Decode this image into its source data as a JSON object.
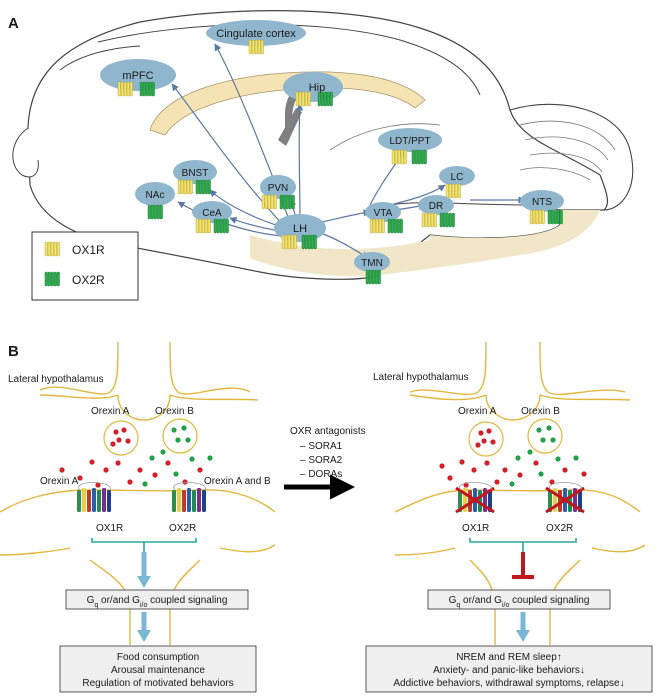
{
  "panel_a": {
    "label": "A",
    "regions": {
      "cingulate": "Cingulate cortex",
      "mpfc": "mPFC",
      "hip": "Hip",
      "ldt": "LDT/PPT",
      "lc": "LC",
      "dr": "DR",
      "nts": "NTS",
      "vta": "VTA",
      "lh": "LH",
      "tmn": "TMN",
      "pvn": "PVN",
      "bnst": "BNST",
      "nac": "NAc",
      "cea": "CeA"
    },
    "legend": {
      "ox1r": "OX1R",
      "ox2r": "OX2R"
    },
    "colors": {
      "ox1r": "#f3e26b",
      "ox2r": "#2fae4f",
      "region": "#8fb6cd",
      "arrow": "#5b78a3"
    }
  },
  "panel_b": {
    "label": "B",
    "left": {
      "title": "Lateral hypothalamus",
      "orexin_a": "Orexin A",
      "orexin_b": "Orexin B",
      "orexin_a_side": "Orexin A",
      "orexin_ab": "Orexin A and B",
      "ox1r": "OX1R",
      "ox2r": "OX2R",
      "signaling": {
        "g": "G",
        "q": "q",
        "mid": " or/and G",
        "io": "i/o",
        "end": " coupled signaling"
      },
      "effects": [
        "Food consumption",
        "Arousal maintenance",
        "Regulation of motivated behaviors"
      ]
    },
    "middle": {
      "heading": "OXR antagonists",
      "items": [
        "– SORA1",
        "– SORA2",
        "– DORAs"
      ]
    },
    "right": {
      "title": "Lateral hypothalamus",
      "orexin_a": "Orexin A",
      "orexin_b": "Orexin B",
      "ox1r": "OX1R",
      "ox2r": "OX2R",
      "signaling": {
        "g": "G",
        "q": "q",
        "mid": " or/and G",
        "io": "i/o",
        "end": " coupled signaling"
      },
      "effects": [
        "NREM and REM sleep",
        "Anxiety- and panic-like behaviors",
        "Addictive behaviors, withdrawal symptoms, relapse"
      ],
      "effect_arrows": [
        "↑",
        "↓",
        "↓"
      ]
    }
  }
}
